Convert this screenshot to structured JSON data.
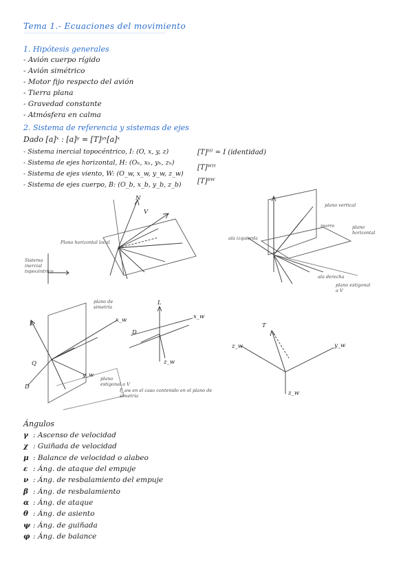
{
  "title": "Tema 1.- Ecuaciones del movimiento",
  "section1": {
    "heading": "1. Hipótesis generales",
    "items": [
      "- Avión cuerpo rígido",
      "- Avión simétrico",
      "- Motor fijo respecto del avión",
      "- Tierra plana",
      "- Gravedad constante",
      "- Atmósfera en calma"
    ]
  },
  "section2": {
    "heading": "2. Sistema de referencia y sistemas de ejes",
    "dado": "Dado [a]ˣ : [a]ʸ = [T]ʸˣ[a]ˣ",
    "systems": [
      "- Sistema inercial topocéntrico, I: (O, x, y, z)",
      "- Sistema de ejes horizontal, H: (Oₕ, xₕ, yₕ, zₕ)",
      "- Sistema de ejes viento, W: (O_w, x_w, y_w, z_w)",
      "- Sistema de ejes cuerpo, B: (O_b, x_b, y_b, z_b)"
    ],
    "transforms": [
      "[T]ᴴᴵ = I (identidad)",
      "[T]ᵂᴴ",
      "[T]ᴮᵂ"
    ]
  },
  "diagram_labels": {
    "inertial": "Sistema inercial topocéntrico",
    "horizontal_plane": "Plano horizontal local",
    "vertical_plane": "plano vertical",
    "horizontal_plane_right": "plano horizontal",
    "left_wing": "ala izquierda",
    "right_wing": "ala derecha",
    "nose": "morro",
    "symmetry_plane": "plano de simetría",
    "stability_plane": "plano estigonal a V",
    "stability_plane_right": "plano estigonal a V",
    "xw_note": "ξ_aw en el caso contenido en el plano de simetría",
    "L": "L",
    "D": "D",
    "Q": "Q",
    "T": "T",
    "xw": "x_w",
    "yw": "y_w",
    "zw": "z_w",
    "V": "V",
    "N": "N"
  },
  "angles": {
    "heading": "Ángulos",
    "items": [
      {
        "symbol": "γ",
        "text": ": Ascenso de velocidad"
      },
      {
        "symbol": "χ",
        "text": ": Guiñada de velocidad"
      },
      {
        "symbol": "μ",
        "text": ": Balance de velocidad o alabeo"
      },
      {
        "symbol": "ε",
        "text": ": Áng. de ataque del empuje"
      },
      {
        "symbol": "ν",
        "text": ": Áng. de resbalamiento del empuje"
      },
      {
        "symbol": "β",
        "text": ": Áng. de resbalamiento"
      },
      {
        "symbol": "α",
        "text": ": Áng. de ataque"
      },
      {
        "symbol": "θ",
        "text": ": Áng. de asiento"
      },
      {
        "symbol": "ψ",
        "text": ": Áng. de guiñada"
      },
      {
        "symbol": "φ",
        "text": ": Áng. de balance"
      }
    ]
  }
}
